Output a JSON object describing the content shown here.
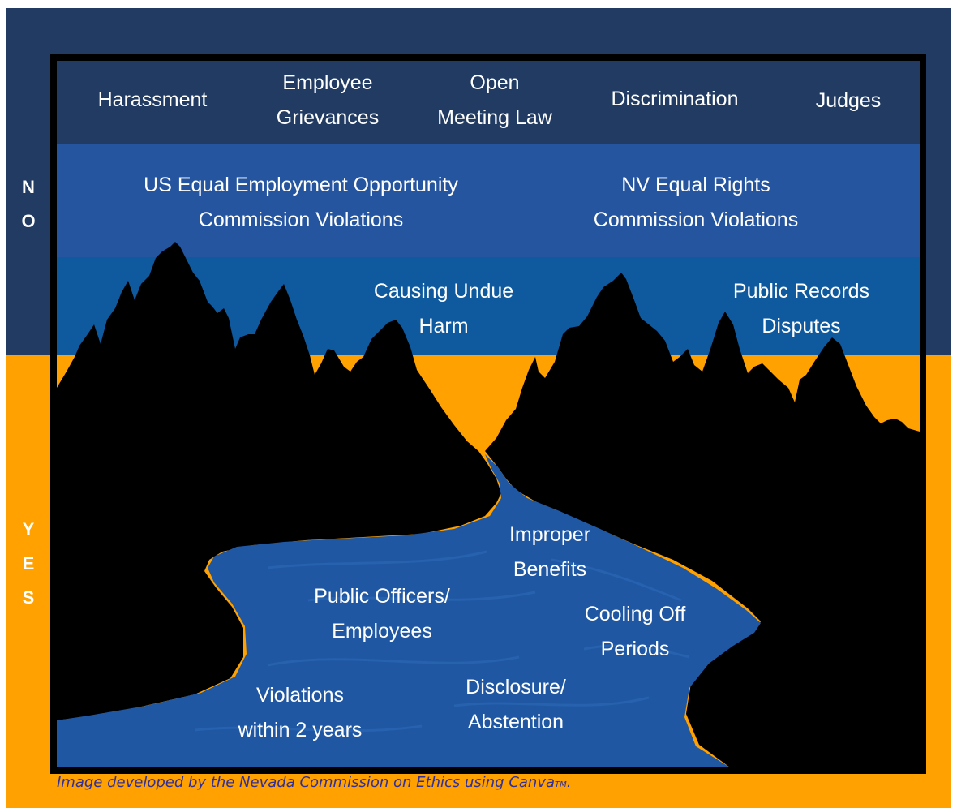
{
  "colors": {
    "no_band": "#213b63",
    "yes_band": "#ffa100",
    "row_mid": "#25559f",
    "row_low": "#0f5a9e",
    "mountains": "#000000",
    "river": "#1f57a3",
    "caption": "#2f2f99"
  },
  "side": {
    "no": [
      "N",
      "O"
    ],
    "yes": [
      "Y",
      "E",
      "S"
    ]
  },
  "top_row": [
    {
      "lines": [
        "Harassment"
      ]
    },
    {
      "lines": [
        "Employee",
        "Grievances"
      ]
    },
    {
      "lines": [
        "Open",
        "Meeting Law"
      ]
    },
    {
      "lines": [
        "Discrimination"
      ]
    },
    {
      "lines": [
        "Judges"
      ]
    }
  ],
  "commission_row": [
    {
      "lines": [
        "US Equal Employment Opportunity",
        "Commission Violations"
      ]
    },
    {
      "lines": [
        "NV Equal Rights",
        "Commission Violations"
      ]
    }
  ],
  "mountain_row": [
    {
      "lines": [
        "Causing Undue",
        "Harm"
      ]
    },
    {
      "lines": [
        "Public Records",
        "Disputes"
      ]
    }
  ],
  "river_labels": [
    {
      "lines": [
        "Improper",
        "Benefits"
      ]
    },
    {
      "lines": [
        "Public Officers/",
        "Employees"
      ]
    },
    {
      "lines": [
        "Cooling Off",
        "Periods"
      ]
    },
    {
      "lines": [
        "Disclosure/",
        "Abstention"
      ]
    },
    {
      "lines": [
        "Violations",
        "within 2 years"
      ]
    }
  ],
  "caption": {
    "text": "Image developed by the Nevada Commission on Ethics using Canva",
    "mark": "TM",
    "end": "."
  }
}
